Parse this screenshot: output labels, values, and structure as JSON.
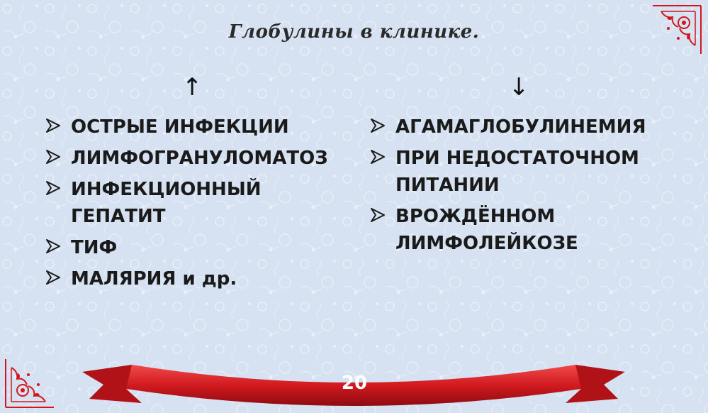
{
  "slide": {
    "title": "Глобулины в клинике.",
    "left_column": {
      "arrow": "↑",
      "items": [
        "ОСТРЫЕ ИНФЕКЦИИ",
        "ЛИМФОГРАНУЛОМАТОЗ",
        "ИНФЕКЦИОННЫЙ\nГЕПАТИТ",
        "ТИФ",
        "МАЛЯРИЯ и др."
      ]
    },
    "right_column": {
      "arrow": "↓",
      "items": [
        "АГАМАГЛОБУЛИНЕМИЯ",
        "ПРИ НЕДОСТАТОЧНОМ\nПИТАНИИ",
        "ВРОЖДЁННОМ\nЛИМФОЛЕЙКОЗЕ"
      ]
    },
    "page_number": "20"
  },
  "colors": {
    "background": "#d6e2f1",
    "ribbon": "#d11a1f",
    "ornament": "#d4161c",
    "text": "#1a1a1a"
  },
  "icons": {
    "bullet": "chevron-right-arrowhead-icon",
    "ornaments": "floral-corner-ornament-icon"
  }
}
